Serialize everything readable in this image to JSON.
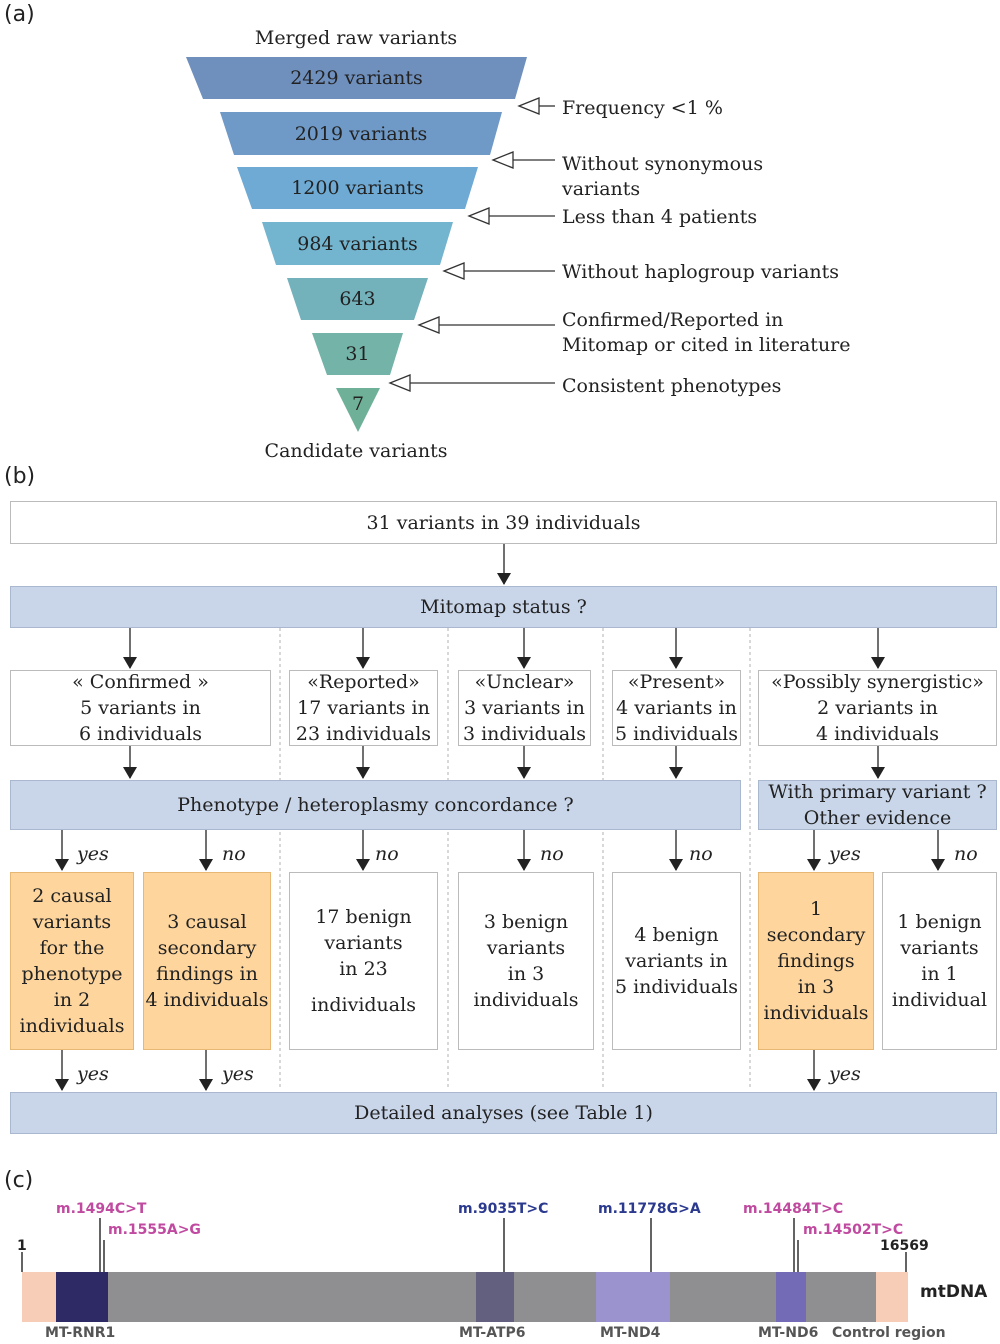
{
  "panel_a": {
    "label": "(a)",
    "top_caption": "Merged raw variants",
    "bottom_caption": "Candidate variants",
    "levels": [
      {
        "text": "2429 variants",
        "color": "#6f8fbd"
      },
      {
        "text": "2019 variants",
        "color": "#6f99c6"
      },
      {
        "text": "1200 variants",
        "color": "#6eaad4"
      },
      {
        "text": "984 variants",
        "color": "#73b4cf"
      },
      {
        "text": "643",
        "color": "#74b2bb"
      },
      {
        "text": "31",
        "color": "#73b3a8"
      },
      {
        "text": "7",
        "color": "#6fb098"
      }
    ],
    "filters": [
      {
        "line1": "Frequency <1 %",
        "line2": ""
      },
      {
        "line1": "Without synonymous",
        "line2": "variants"
      },
      {
        "line1": "Less than 4 patients",
        "line2": ""
      },
      {
        "line1": "Without haplogroup variants",
        "line2": ""
      },
      {
        "line1": "Confirmed/Reported in",
        "line2": "Mitomap or cited in literature"
      },
      {
        "line1": "Consistent phenotypes",
        "line2": ""
      }
    ]
  },
  "panel_b": {
    "label": "(b)",
    "top_box": "31 variants in 39 individuals",
    "mitomap_bar": "Mitomap status ?",
    "categories": [
      {
        "l1": "« Confirmed »",
        "l2": "5 variants in",
        "l3": "6 individuals"
      },
      {
        "l1": "«Reported»",
        "l2": "17 variants in",
        "l3": "23 individuals"
      },
      {
        "l1": "«Unclear»",
        "l2": "3 variants in",
        "l3": "3 individuals"
      },
      {
        "l1": "«Present»",
        "l2": "4 variants in",
        "l3": "5 individuals"
      },
      {
        "l1": "«Possibly synergistic»",
        "l2": "2 variants in",
        "l3": "4 individuals"
      }
    ],
    "concordance_bar": "Phenotype / heteroplasmy concordance ?",
    "primary_bar_l1": "With primary variant ?",
    "primary_bar_l2": "Other evidence",
    "yes": "yes",
    "no": "no",
    "outcomes": [
      {
        "lines": [
          "2 causal",
          "variants",
          "for the",
          "phenotype",
          "in 2",
          "individuals"
        ]
      },
      {
        "lines": [
          "3 causal",
          "secondary",
          "findings in",
          "4 individuals"
        ]
      },
      {
        "lines": [
          "17 benign",
          "variants",
          "in 23",
          "individuals"
        ]
      },
      {
        "lines": [
          "3 benign",
          "variants",
          "in 3",
          "individuals"
        ]
      },
      {
        "lines": [
          "4 benign",
          "variants in",
          "5 individuals"
        ]
      },
      {
        "lines": [
          "1 secondary",
          "findings",
          "in 3",
          "individuals"
        ]
      },
      {
        "lines": [
          "1  benign",
          "variants",
          "in 1",
          "individual"
        ]
      }
    ],
    "detailed_bar": "Detailed analyses (see Table 1)"
  },
  "panel_c": {
    "label": "(c)",
    "start": "1",
    "end": "16569",
    "track_label": "mtDNA",
    "genes": [
      "MT-RNR1",
      "MT-ATP6",
      "MT-ND4",
      "MT-ND6",
      "Control region"
    ],
    "variants": [
      {
        "name": "m.1494C>T",
        "color": "#c04aa0"
      },
      {
        "name": "m.1555A>G",
        "color": "#c04aa0"
      },
      {
        "name": "m.9035T>C",
        "color": "#2b3a8f"
      },
      {
        "name": "m.11778G>A",
        "color": "#2b3a8f"
      },
      {
        "name": "m.14484T>C",
        "color": "#c04aa0"
      },
      {
        "name": "m.14502T>C",
        "color": "#c04aa0"
      }
    ]
  }
}
